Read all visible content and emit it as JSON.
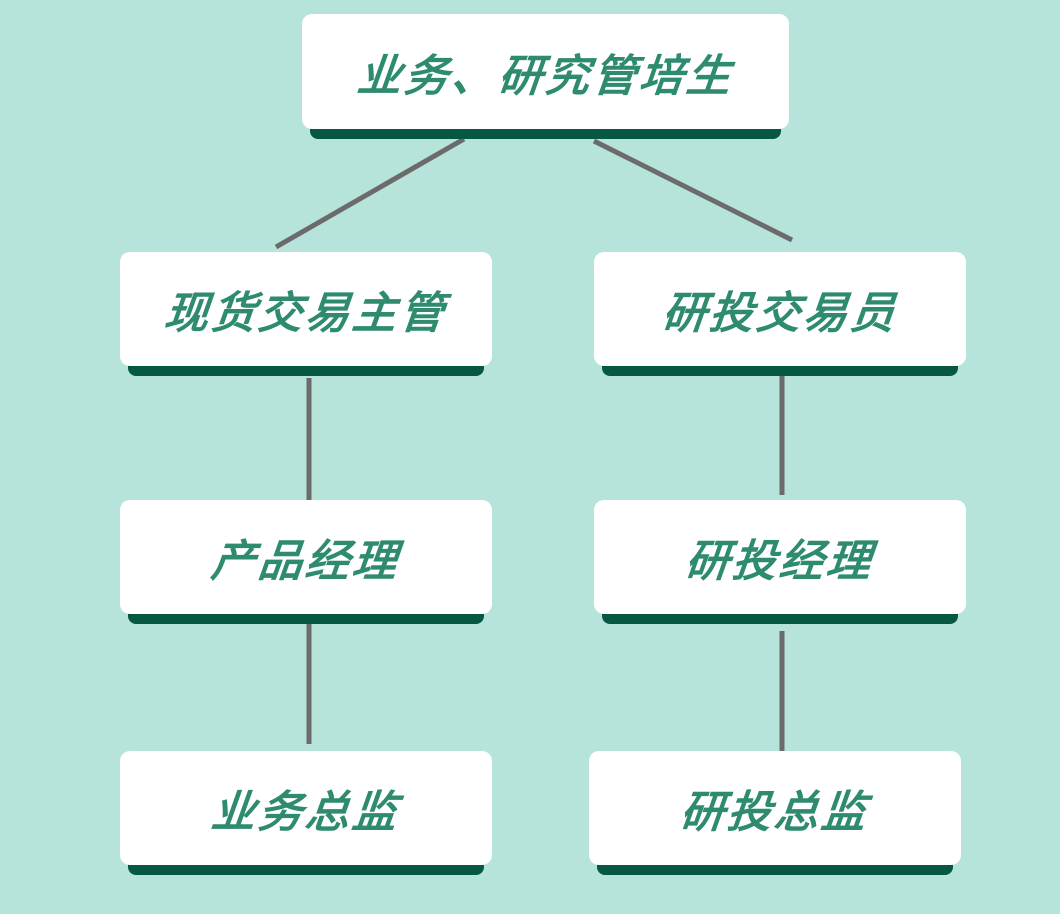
{
  "colors": {
    "background": "#b6e3da",
    "card": "#ffffff",
    "card_shadow": "#065842",
    "text": "#2e8b6f",
    "connector": "#6b6b6b"
  },
  "nodes": {
    "root": "业务、研究管培生",
    "left_level1": "现货交易主管",
    "right_level1": "研投交易员",
    "left_level2": "产品经理",
    "right_level2": "研投经理",
    "left_level3": "业务总监",
    "right_level3": "研投总监"
  }
}
